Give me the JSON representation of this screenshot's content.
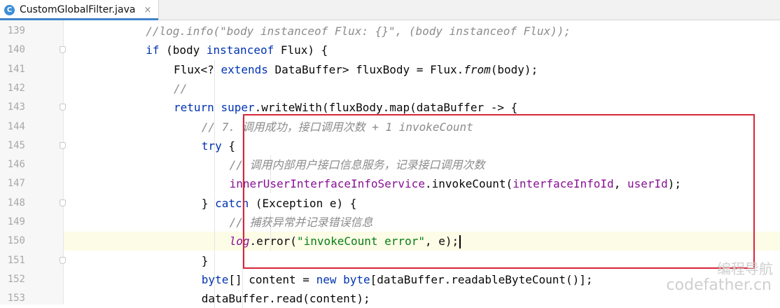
{
  "tab": {
    "icon_letter": "C",
    "title": "CustomGlobalFilter.java",
    "close": "×"
  },
  "lines": [
    {
      "num": "139",
      "indent": 5,
      "fold": false,
      "segments": [
        {
          "t": "//log.info(\"body instanceof Flux: {}\", (body instanceof Flux));",
          "c": "cm"
        }
      ]
    },
    {
      "num": "140",
      "indent": 5,
      "fold": true,
      "segments": [
        {
          "t": "if",
          "c": "kw"
        },
        {
          "t": " (body ",
          "c": ""
        },
        {
          "t": "instanceof",
          "c": "kw"
        },
        {
          "t": " Flux) {",
          "c": ""
        }
      ]
    },
    {
      "num": "141",
      "indent": 6,
      "fold": false,
      "segments": [
        {
          "t": "Flux<? ",
          "c": ""
        },
        {
          "t": "extends",
          "c": "kw"
        },
        {
          "t": " DataBuffer> fluxBody = Flux.",
          "c": ""
        },
        {
          "t": "from",
          "c": "it"
        },
        {
          "t": "(body);",
          "c": ""
        }
      ]
    },
    {
      "num": "142",
      "indent": 6,
      "fold": false,
      "segments": [
        {
          "t": "//",
          "c": "cm"
        }
      ]
    },
    {
      "num": "143",
      "indent": 6,
      "fold": true,
      "segments": [
        {
          "t": "return",
          "c": "kw"
        },
        {
          "t": " ",
          "c": ""
        },
        {
          "t": "super",
          "c": "kw"
        },
        {
          "t": ".writeWith(fluxBody.map(dataBuffer -> {",
          "c": ""
        }
      ]
    },
    {
      "num": "144",
      "indent": 7,
      "fold": false,
      "segments": [
        {
          "t": "// 7. 调用成功，接口调用次数 + 1 invokeCount",
          "c": "cm"
        }
      ]
    },
    {
      "num": "145",
      "indent": 7,
      "fold": true,
      "segments": [
        {
          "t": "try",
          "c": "kw"
        },
        {
          "t": " {",
          "c": ""
        }
      ]
    },
    {
      "num": "146",
      "indent": 8,
      "fold": false,
      "segments": [
        {
          "t": "// 调用内部用户接口信息服务，记录接口调用次数",
          "c": "cm"
        }
      ]
    },
    {
      "num": "147",
      "indent": 8,
      "fold": false,
      "segments": [
        {
          "t": "innerUserInterfaceInfoService",
          "c": "fld"
        },
        {
          "t": ".invokeCount(",
          "c": ""
        },
        {
          "t": "interfaceInfoId",
          "c": "fld"
        },
        {
          "t": ", ",
          "c": ""
        },
        {
          "t": "userId",
          "c": "fld"
        },
        {
          "t": ");",
          "c": ""
        }
      ]
    },
    {
      "num": "148",
      "indent": 7,
      "fold": true,
      "segments": [
        {
          "t": "} ",
          "c": ""
        },
        {
          "t": "catch",
          "c": "kw"
        },
        {
          "t": " (Exception e) {",
          "c": ""
        }
      ]
    },
    {
      "num": "149",
      "indent": 8,
      "fold": false,
      "segments": [
        {
          "t": "// 捕获异常并记录错误信息",
          "c": "cm"
        }
      ]
    },
    {
      "num": "150",
      "indent": 8,
      "fold": false,
      "current": true,
      "caret": true,
      "segments": [
        {
          "t": "log",
          "c": "fld-i"
        },
        {
          "t": ".error(",
          "c": ""
        },
        {
          "t": "\"invokeCount error\"",
          "c": "str"
        },
        {
          "t": ", e);",
          "c": ""
        }
      ]
    },
    {
      "num": "151",
      "indent": 7,
      "fold": true,
      "segments": [
        {
          "t": "}",
          "c": ""
        }
      ]
    },
    {
      "num": "152",
      "indent": 7,
      "fold": false,
      "segments": [
        {
          "t": "byte",
          "c": "kw"
        },
        {
          "t": "[] content = ",
          "c": ""
        },
        {
          "t": "new",
          "c": "kw"
        },
        {
          "t": " ",
          "c": ""
        },
        {
          "t": "byte",
          "c": "kw"
        },
        {
          "t": "[dataBuffer.readableByteCount()];",
          "c": ""
        }
      ]
    },
    {
      "num": "153",
      "indent": 7,
      "fold": false,
      "segments": [
        {
          "t": "dataBuffer.read(content);",
          "c": ""
        }
      ]
    }
  ],
  "watermark": {
    "line1": "编程导航",
    "line2": "codefather.cn"
  }
}
